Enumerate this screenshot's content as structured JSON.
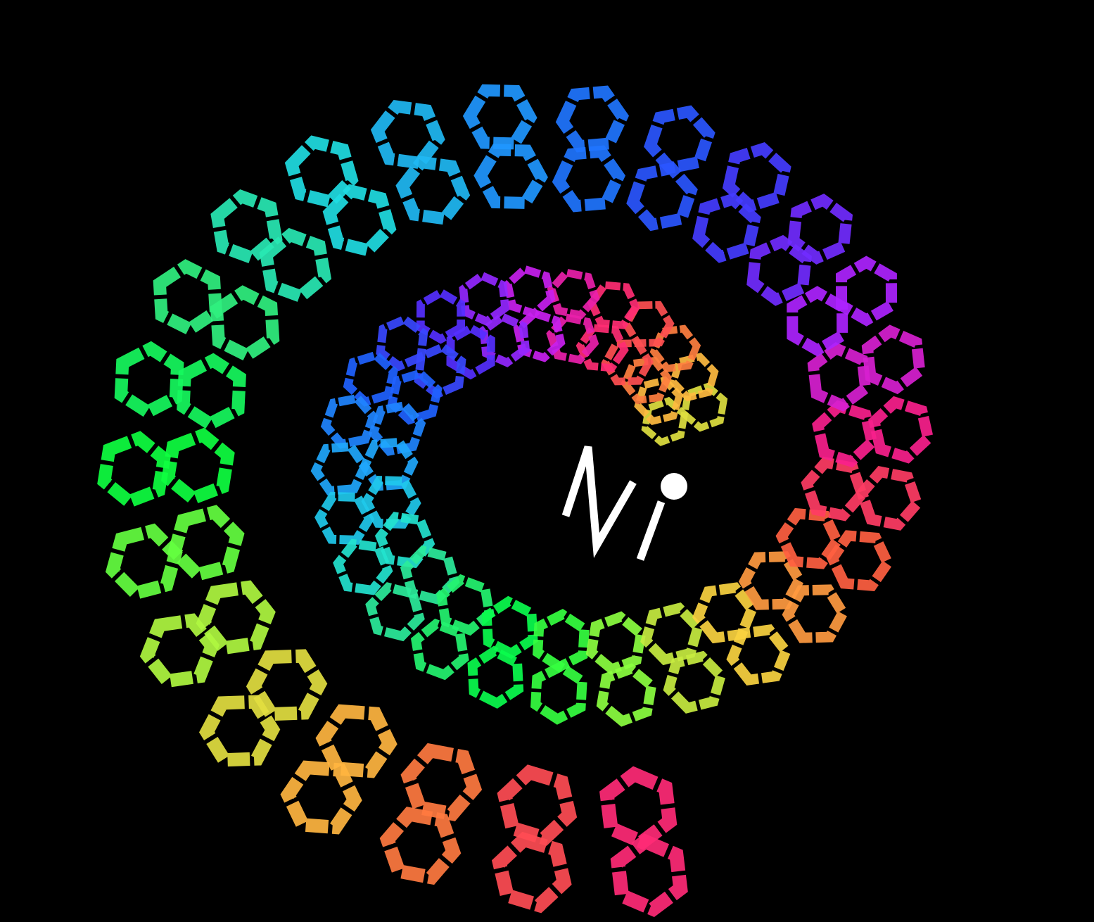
{
  "scene": {
    "description_tags": [
      "led-poi-light-painting",
      "spiral",
      "rainbow-hexagon-pattern"
    ],
    "background_color": "#000000",
    "palette": [
      "#00ff40",
      "#a0ff40",
      "#ffd040",
      "#ff6040",
      "#ff2080",
      "#c020ff",
      "#5030ff",
      "#2060ff",
      "#20a0ff",
      "#20e0e0",
      "#30f080"
    ],
    "spiral_turns": 1.75
  },
  "logo": {
    "icon": "mi-logo-icon",
    "color": "#ffffff"
  }
}
